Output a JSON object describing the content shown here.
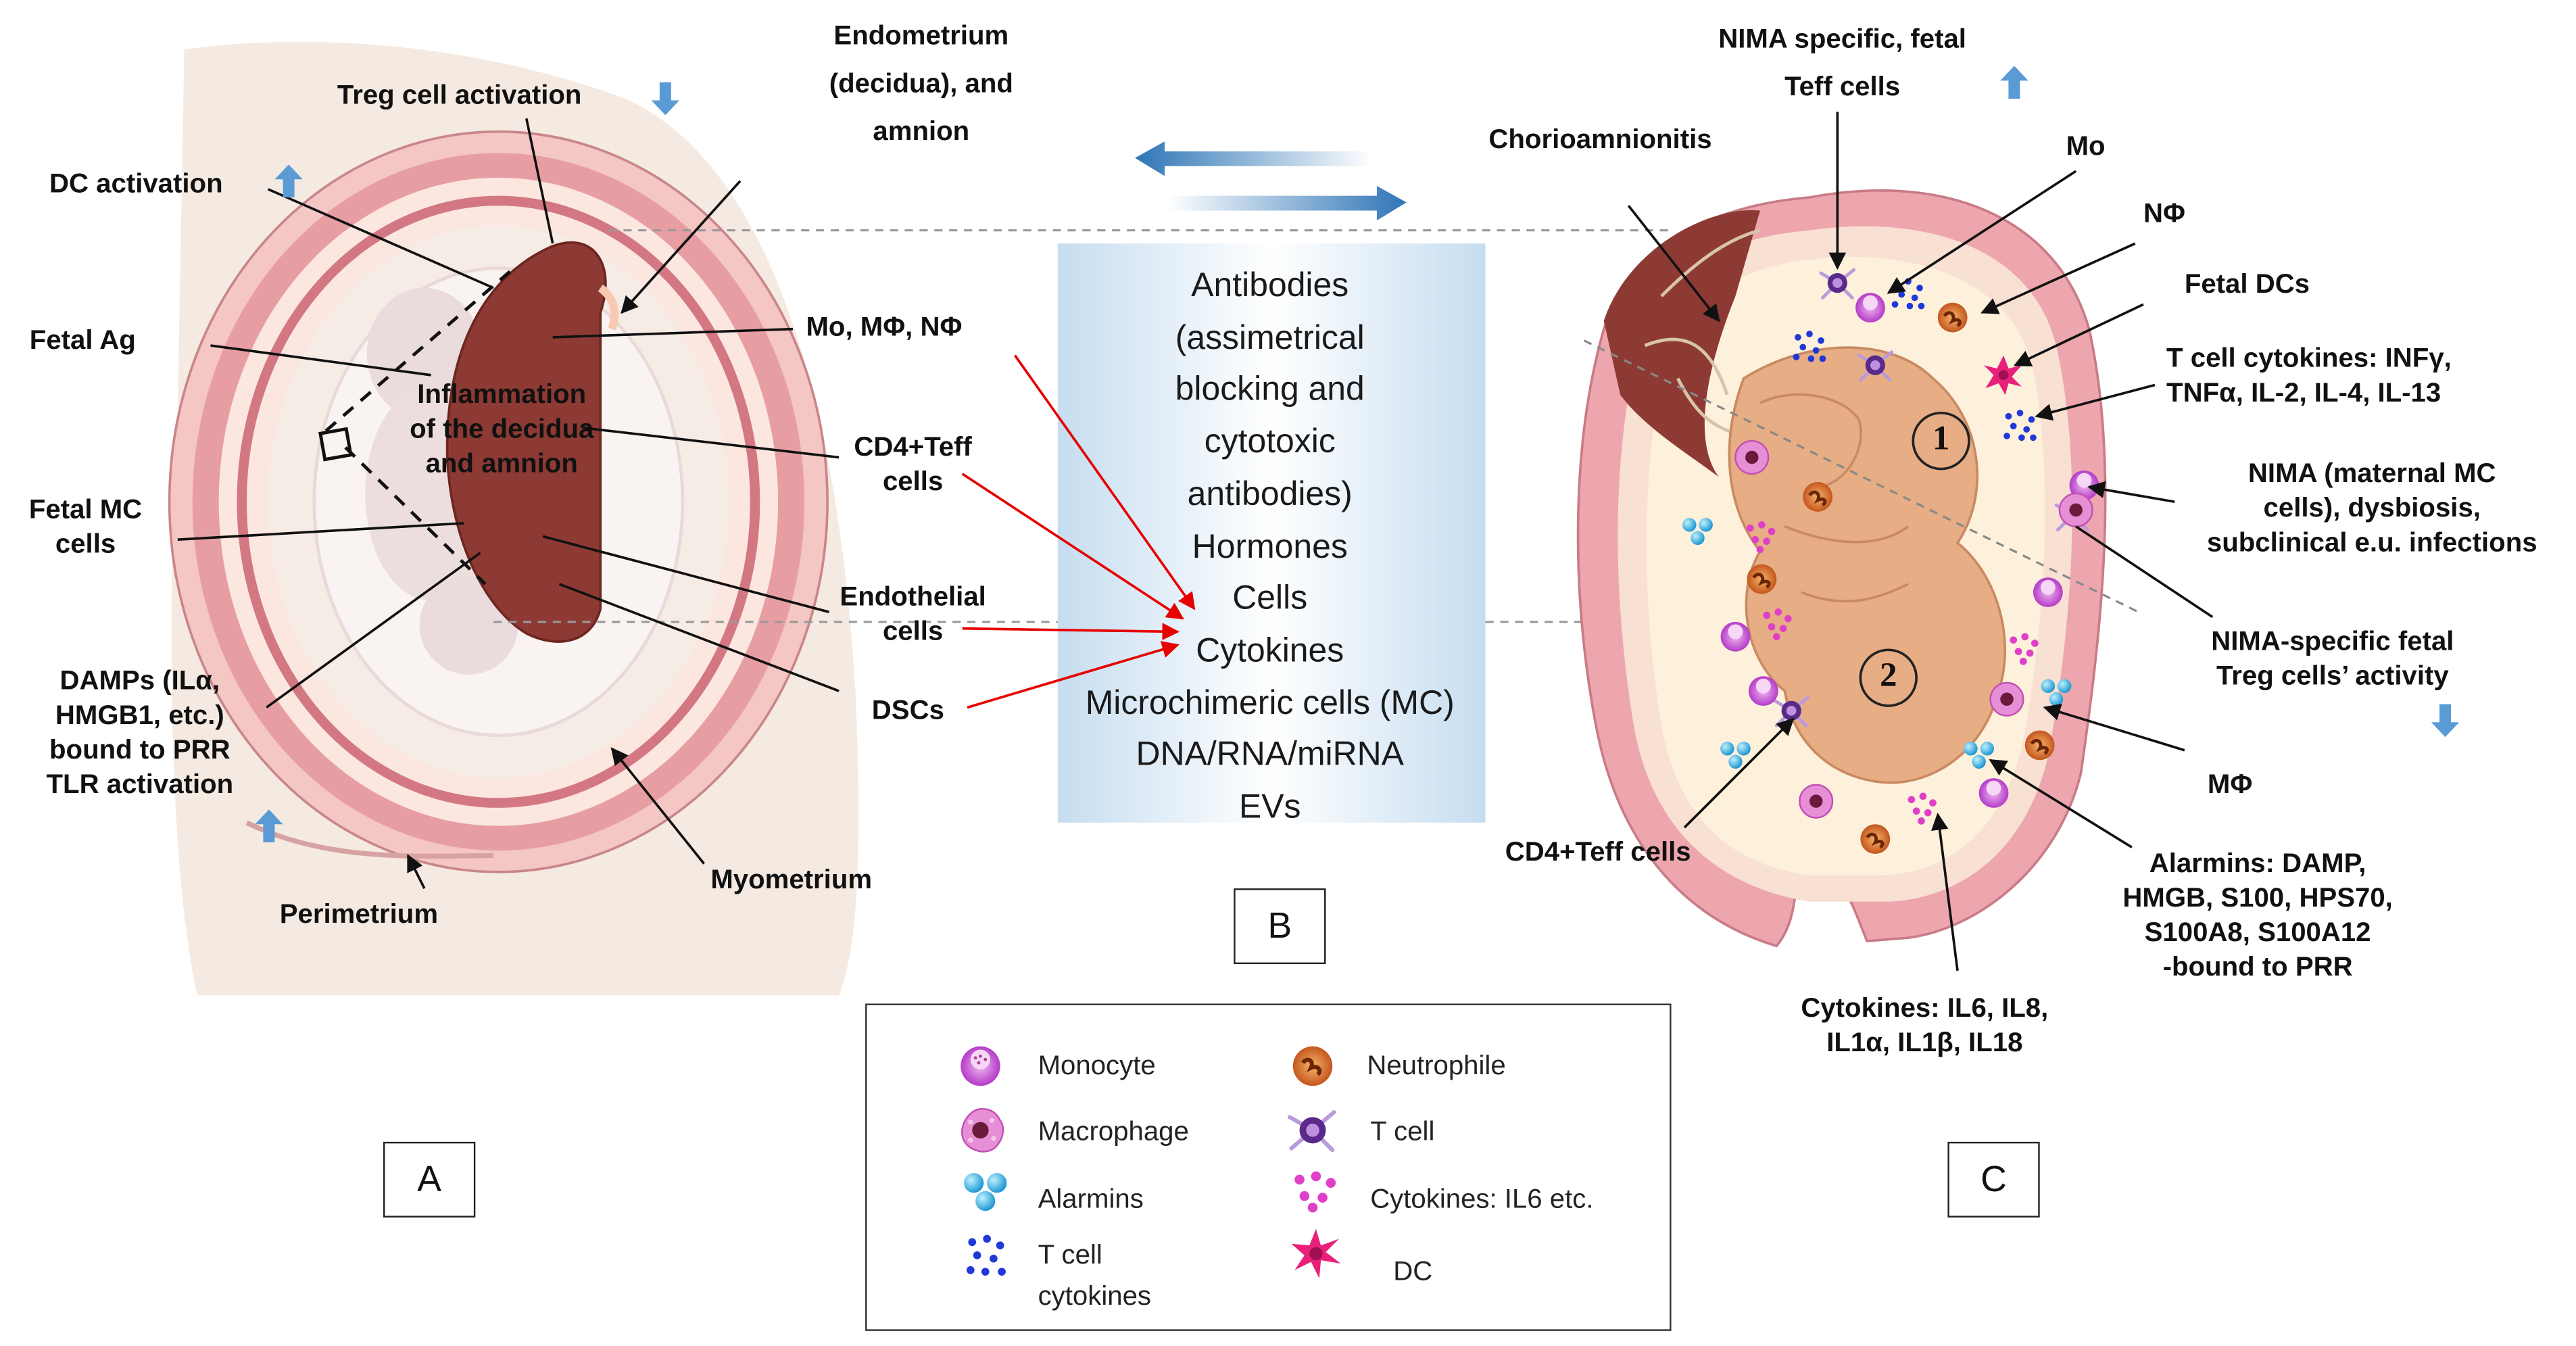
{
  "panel_labels": {
    "a": "A",
    "b": "B",
    "c": "C"
  },
  "panel_a": {
    "treg_activation": "Treg cell activation",
    "dc_activation": "DC activation",
    "fetal_ag": "Fetal Ag",
    "inflammation": [
      "Inflammation",
      "of the decidua",
      "and amnion"
    ],
    "fetal_mc_cells": [
      "Fetal MC",
      "cells"
    ],
    "damps": [
      "DAMPs (ILα,",
      "HMGB1, etc.)",
      "bound to PRR",
      "TLR activation"
    ],
    "perimetrium": "Perimetrium",
    "myometrium": "Myometrium",
    "endometrium": [
      "Endometrium",
      "(decidua), and",
      "amnion"
    ],
    "mo_mf_nf": "Mo, MΦ, NΦ",
    "cd4_teff": [
      "CD4+Teff",
      "cells"
    ],
    "endothelial": [
      "Endothelial",
      "cells"
    ],
    "dscs": "DSCs"
  },
  "panel_b": {
    "items": [
      "Antibodies",
      "(assimetrical",
      "blocking and",
      "cytotoxic",
      "antibodies)",
      "Hormones",
      "Cells",
      "Cytokines",
      "Microchimeric cells (MC)",
      "DNA/RNA/miRNA",
      "EVs"
    ]
  },
  "panel_c": {
    "nima_teff": [
      "NIMA specific, fetal",
      "Teff cells"
    ],
    "chorioamnionitis": "Chorioamnionitis",
    "mo": "Mo",
    "nf": "NΦ",
    "fetal_dcs": "Fetal DCs",
    "t_cell_cytokines": [
      "T cell cytokines: INFγ,",
      "TNFα,  IL-2, IL-4, IL-13"
    ],
    "nima_maternal": [
      "NIMA (maternal MC",
      "cells), dysbiosis,",
      "subclinical  e.u. infections"
    ],
    "nima_treg": [
      "NIMA-specific  fetal",
      "Treg cells’ activity"
    ],
    "mf": "MΦ",
    "alarmins": [
      "Alarmins:  DAMP,",
      "HMGB, S100, HPS70,",
      "S100A8, S100A12",
      "-bound  to PRR"
    ],
    "cytokines": [
      "Cytokines: IL6, IL8,",
      "IL1α, IL1β, IL18"
    ],
    "cd4_teff": "CD4+Teff cells",
    "fetus_1": "1",
    "fetus_2": "2"
  },
  "legend": {
    "monocyte": "Monocyte",
    "neutrophile": "Neutrophile",
    "macrophage": "Macrophage",
    "t_cell": "T cell",
    "alarmins": "Alarmins",
    "cytokines": "Cytokines: IL6 etc.",
    "t_cell_cytokines": [
      "T cell",
      "cytokines"
    ],
    "dc": "DC"
  },
  "colors": {
    "decidua": "#8c3a33",
    "uterus_wall": "#e6a5a8",
    "amniotic_fluid": "#fbeedc",
    "fetus": "#e8b08c",
    "up_arrow": "#5b9bd5",
    "red_arrow": "#e60000"
  }
}
